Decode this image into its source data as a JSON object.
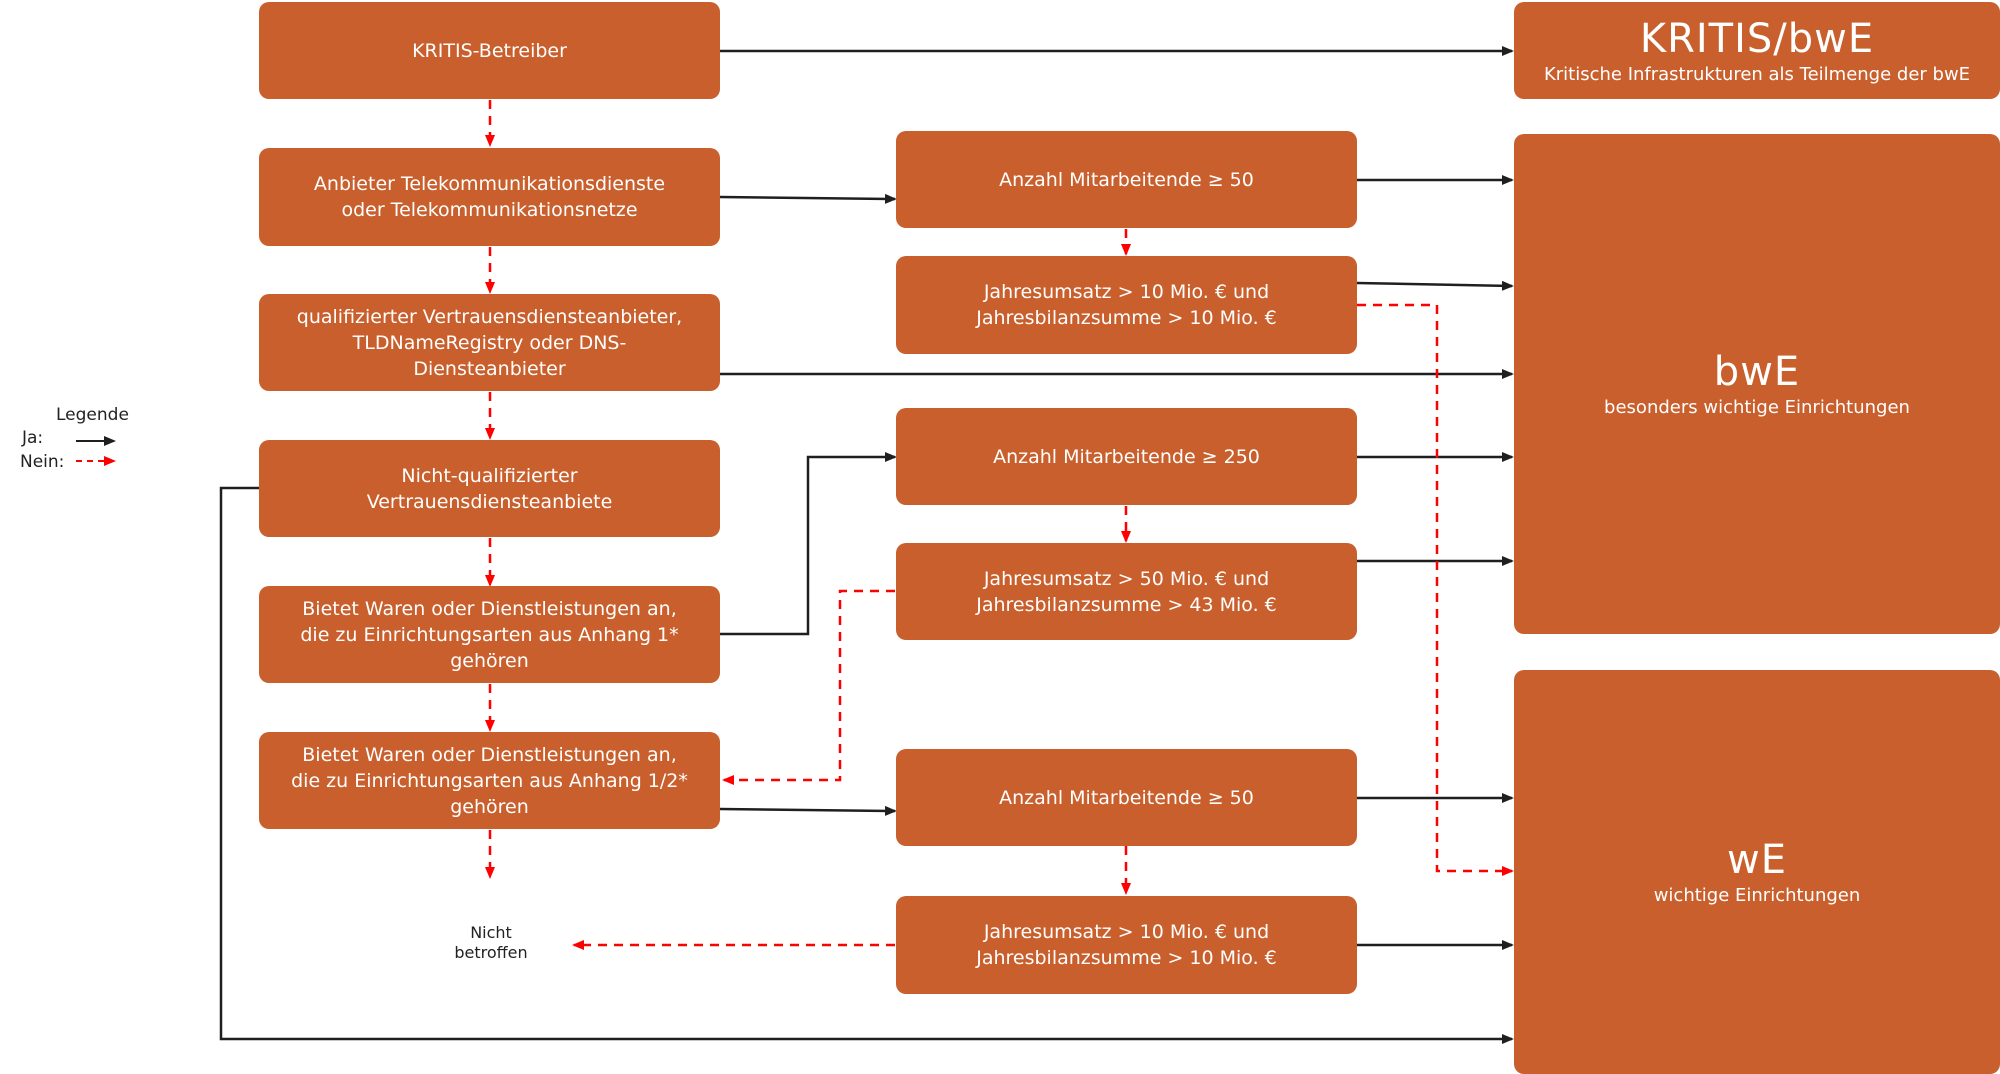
{
  "colors": {
    "box": "#c95f2c",
    "yes": "#1f1f1f",
    "no": "#ff0000"
  },
  "legend": {
    "title": "Legende",
    "yes": "Ja:",
    "no": "Nein:"
  },
  "left": {
    "kritis_betreiber": "KRITIS-Betreiber",
    "telekom_1": "Anbieter Telekommunikationsdienste",
    "telekom_2": "oder Telekommunikationsnetze",
    "qual_1": "qualifizierter Vertrauensdiensteanbieter,",
    "qual_2": "TLDNameRegistry oder DNS-",
    "qual_3": "Diensteanbieter",
    "nichtqual_1": "Nicht-qualifizierter",
    "nichtqual_2": "Vertrauensdiensteanbiete",
    "anhang1_1": "Bietet Waren oder Dienstleistungen an,",
    "anhang1_2": "die zu Einrichtungsarten aus Anhang 1*",
    "anhang1_3": "gehören",
    "anhang12_1": "Bietet Waren oder Dienstleistungen an,",
    "anhang12_2": "die zu Einrichtungsarten aus Anhang 1/2*",
    "anhang12_3": "gehören"
  },
  "middle": {
    "ma50_a": "Anzahl Mitarbeitende ≥ 50",
    "umsatz10_a_1": "Jahresumsatz > 10 Mio. € und",
    "umsatz10_a_2": "Jahresbilanzsumme > 10 Mio. €",
    "ma250": "Anzahl Mitarbeitende ≥ 250",
    "umsatz50_1": "Jahresumsatz > 50 Mio. € und",
    "umsatz50_2": "Jahresbilanzsumme > 43 Mio. €",
    "ma50_b": "Anzahl Mitarbeitende ≥ 50",
    "umsatz10_b_1": "Jahresumsatz > 10 Mio. € und",
    "umsatz10_b_2": "Jahresbilanzsumme > 10 Mio. €"
  },
  "right": {
    "kritis_title": "KRITIS/bwE",
    "kritis_sub": "Kritische Infrastrukturen als Teilmenge der bwE",
    "bwe_title": "bwE",
    "bwe_sub": "besonders wichtige Einrichtungen",
    "we_title": "wE",
    "we_sub": "wichtige Einrichtungen"
  },
  "nicht_betroffen_1": "Nicht",
  "nicht_betroffen_2": "betroffen"
}
